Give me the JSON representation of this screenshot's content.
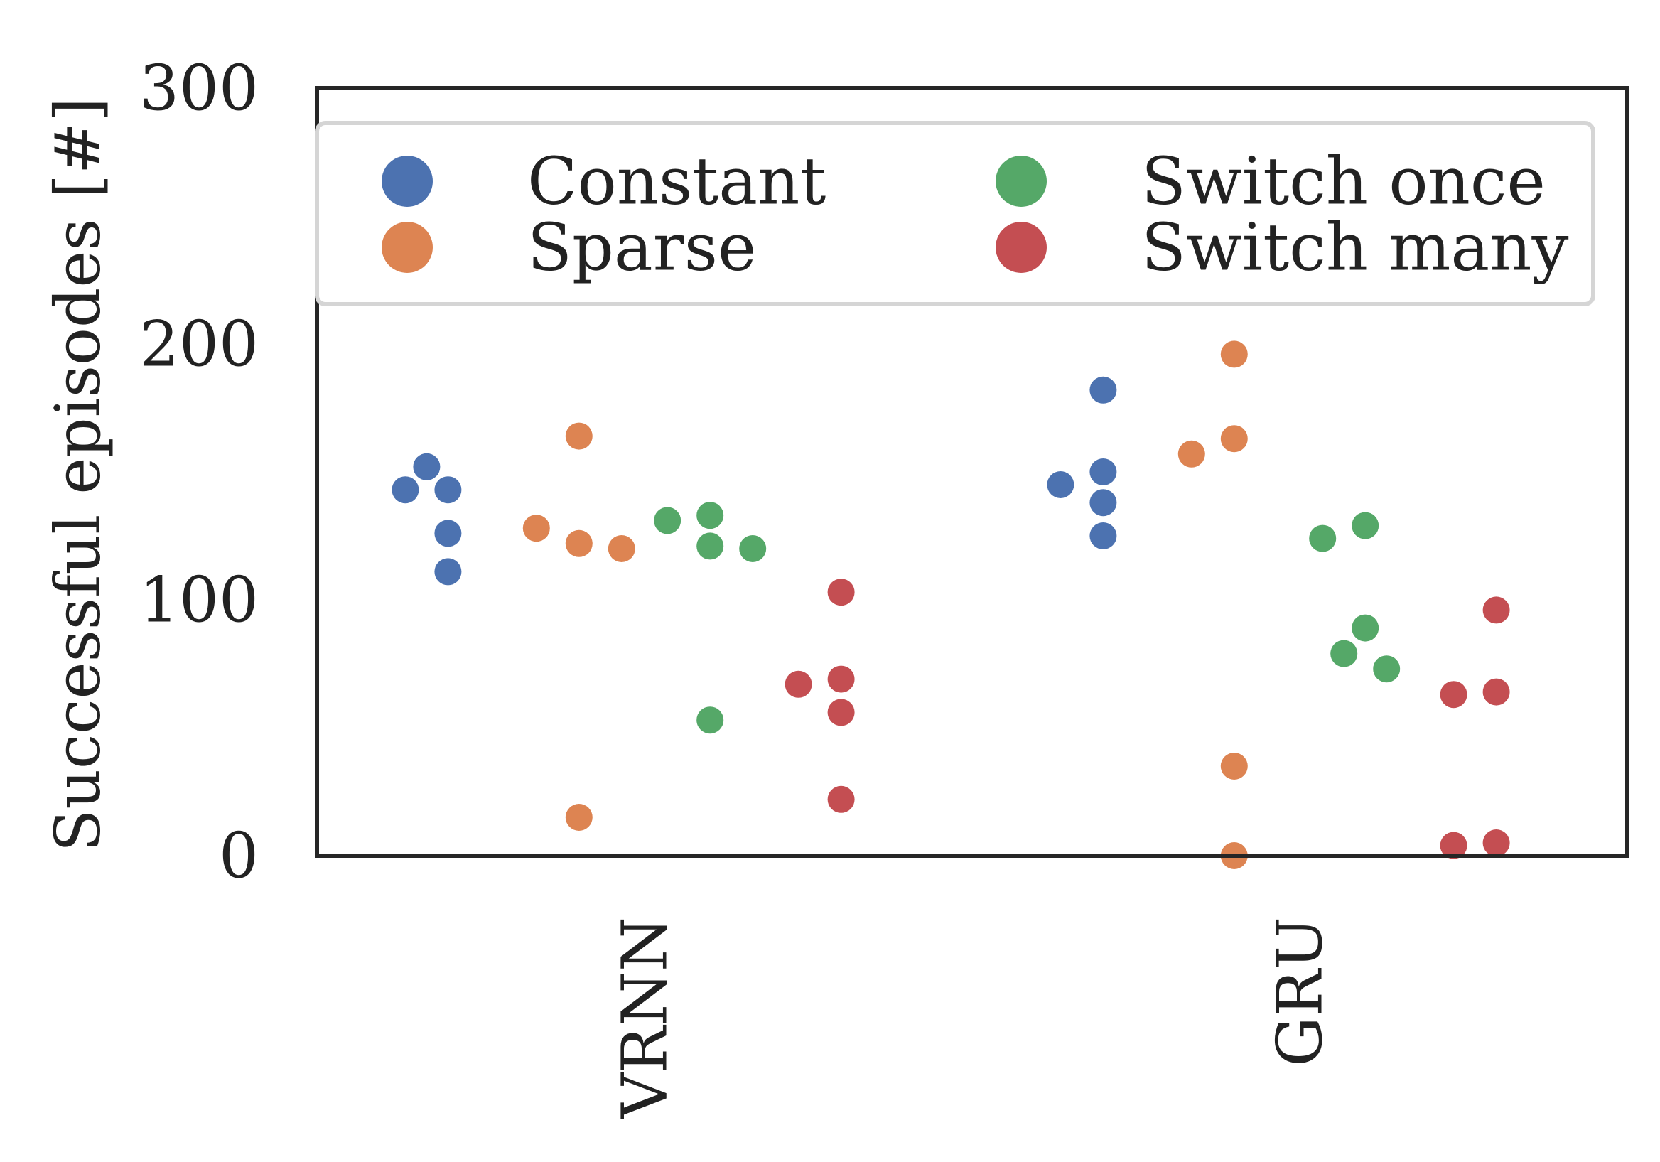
{
  "chart_data": {
    "type": "scatter",
    "subtype": "swarm",
    "categories": [
      "VRNN",
      "GRU"
    ],
    "ylabel": "Successful episodes [#]",
    "xlabel": "",
    "ylim": [
      0,
      300
    ],
    "yticks": [
      0,
      100,
      200,
      300
    ],
    "grid": false,
    "legend_position": "top",
    "series": [
      {
        "name": "Constant",
        "color": "#4c72b0",
        "values": [
          [
            143,
            152,
            143,
            126,
            111
          ],
          [
            150,
            182,
            145,
            138,
            125
          ]
        ]
      },
      {
        "name": "Sparse",
        "color": "#dd8452",
        "values": [
          [
            164,
            122,
            128,
            120,
            15
          ],
          [
            196,
            163,
            157,
            35,
            0
          ]
        ]
      },
      {
        "name": "Switch once",
        "color": "#55a868",
        "values": [
          [
            133,
            131,
            121,
            120,
            53
          ],
          [
            129,
            124,
            89,
            79,
            73
          ]
        ]
      },
      {
        "name": "Switch many",
        "color": "#c44e52",
        "values": [
          [
            103,
            69,
            67,
            56,
            22
          ],
          [
            96,
            64,
            63,
            5,
            4
          ]
        ]
      }
    ]
  }
}
